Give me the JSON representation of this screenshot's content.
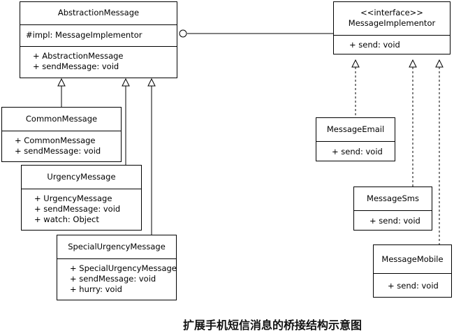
{
  "classes": {
    "abstraction_message": {
      "name": "AbstractionMessage",
      "fields": [
        "#impl: MessageImplementor"
      ],
      "methods": [
        "+ AbstractionMessage",
        "+ sendMessage: void"
      ]
    },
    "message_implementor": {
      "stereotype": "<<interface>>",
      "name": "MessageImplementor",
      "methods": [
        "+ send: void"
      ]
    },
    "common_message": {
      "name": "CommonMessage",
      "methods": [
        "+ CommonMessage",
        "+ sendMessage: void"
      ]
    },
    "urgency_message": {
      "name": "UrgencyMessage",
      "methods": [
        "+ UrgencyMessage",
        "+ sendMessage: void",
        "+ watch: Object"
      ]
    },
    "special_urgency_message": {
      "name": "SpecialUrgencyMessage",
      "methods": [
        "+ SpecialUrgencyMessage",
        "+ sendMessage: void",
        "+ hurry: void"
      ]
    },
    "message_email": {
      "name": "MessageEmail",
      "methods": [
        "+ send: void"
      ]
    },
    "message_sms": {
      "name": "MessageSms",
      "methods": [
        "+ send: void"
      ]
    },
    "message_mobile": {
      "name": "MessageMobile",
      "methods": [
        "+ send: void"
      ]
    }
  },
  "caption": "扩展手机短信消息的桥接结构示意图"
}
